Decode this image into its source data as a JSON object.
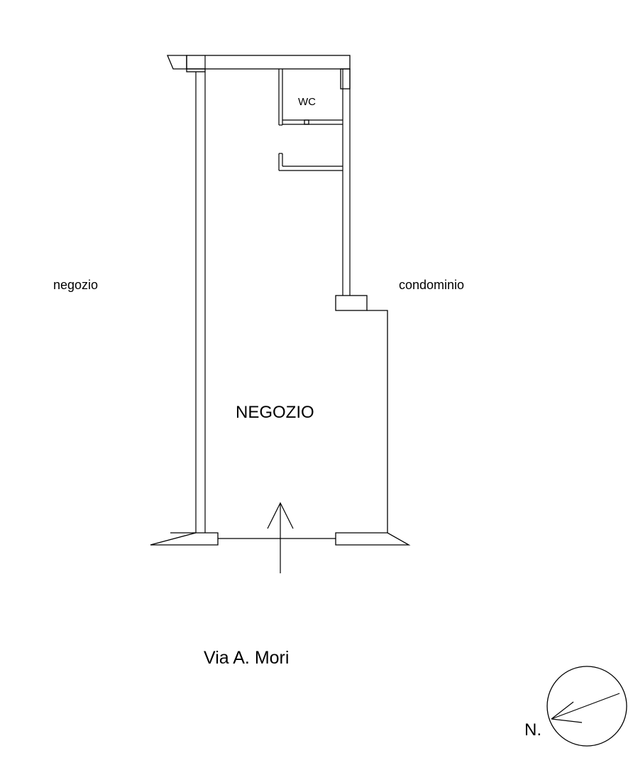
{
  "labels": {
    "room_wc": "WC",
    "neighbor_left": "negozio",
    "neighbor_right": "condominio",
    "main_room": "NEGOZIO",
    "street": "Via A. Mori",
    "north": "N."
  }
}
